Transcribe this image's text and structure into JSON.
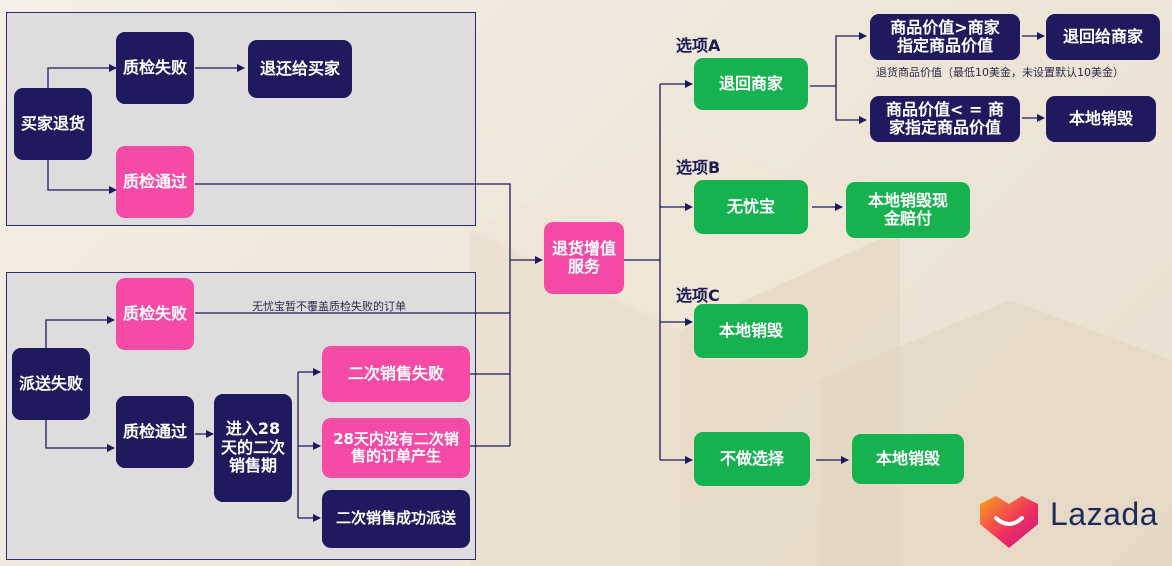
{
  "buyer_return": {
    "start": "买家退货",
    "qc_fail": "质检失败",
    "return_to_buyer": "退还给买家",
    "qc_pass": "质检通过"
  },
  "delivery_fail": {
    "start": "派送失败",
    "qc_fail": "质检失败",
    "qc_fail_note": "无忧宝暂不覆盖质检失败的订单",
    "qc_pass": "质检通过",
    "resale_period": "进入28天的二次销售期",
    "resale_fail": "二次销售失败",
    "no_order": "28天内没有二次销售的订单产生",
    "resale_success": "二次销售成功派送"
  },
  "center": "退货增值服务",
  "options": {
    "a": {
      "label": "选项A",
      "action": "退回商家",
      "cond_gt": "商品价值>商家指定商品价值",
      "cond_gt_result": "退回给商家",
      "note": "退货商品价值（最低10美金，未设置默认10美金）",
      "cond_le": "商品价值< = 商家指定商品价值",
      "cond_le_result": "本地销毁"
    },
    "b": {
      "label": "选项B",
      "action": "无忧宝",
      "result": "本地销毁现金赔付"
    },
    "c": {
      "label": "选项C",
      "action": "本地销毁"
    },
    "none": {
      "action": "不做选择",
      "result": "本地销毁"
    }
  },
  "brand": {
    "name": "Lazada",
    "icon": "lazada-heart-icon",
    "colors": [
      "#f9a11b",
      "#f1325c",
      "#c2128f"
    ]
  }
}
